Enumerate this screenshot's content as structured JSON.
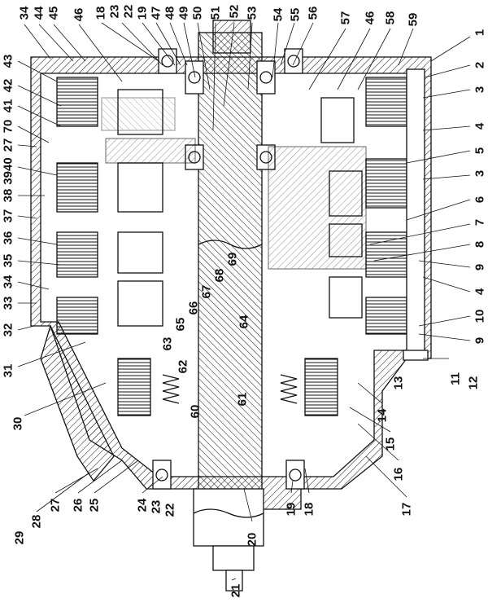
{
  "labels": {
    "top": [
      "34",
      "44",
      "45",
      "46",
      "18",
      "23",
      "22",
      "19",
      "47",
      "48",
      "49",
      "50",
      "51",
      "52",
      "53",
      "54",
      "55",
      "56",
      "57",
      "46",
      "58",
      "59"
    ],
    "right": [
      "1",
      "2",
      "3",
      "4",
      "5",
      "3",
      "6",
      "7",
      "8",
      "9",
      "4",
      "10",
      "9",
      "13",
      "11",
      "12",
      "14",
      "15",
      "16",
      "17"
    ],
    "left": [
      "43",
      "42",
      "41",
      "70",
      "27",
      "3940",
      "38",
      "37",
      "36",
      "35",
      "34",
      "33",
      "32",
      "31",
      "30"
    ],
    "bottom": [
      "29",
      "28",
      "27",
      "26",
      "25",
      "24",
      "23",
      "22",
      "20",
      "19",
      "18",
      "21"
    ],
    "middle": [
      "69",
      "68",
      "67",
      "66",
      "65",
      "64",
      "63",
      "62",
      "61",
      "60"
    ]
  },
  "colors": {
    "line": "#111111",
    "background": "#ffffff"
  }
}
